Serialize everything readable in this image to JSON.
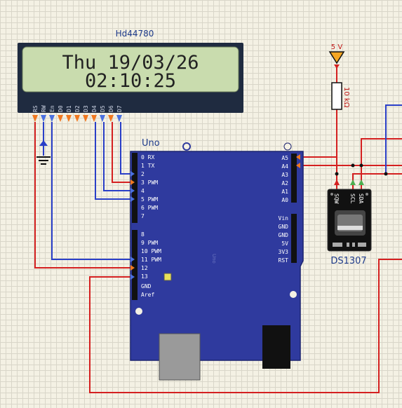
{
  "lcd": {
    "name": "Hd44780",
    "line1": "Thu 19/03/26",
    "line2": "02:10:25",
    "pins": [
      "RS",
      "RW",
      "En",
      "D0",
      "D1",
      "D2",
      "D3",
      "D4",
      "D5",
      "D6",
      "D7"
    ]
  },
  "uno": {
    "name": "Uno",
    "board_watermark": "Uno",
    "left_pins": [
      "0 RX",
      "1 TX",
      "2",
      "3 PWM",
      "4",
      "5 PWM",
      "6 PWM",
      "7",
      "8",
      "9 PWM",
      "10 PWM",
      "11 PWM",
      "12",
      "13",
      "GND",
      "Aref"
    ],
    "right_pins_top": [
      "A5",
      "A4",
      "A3",
      "A2",
      "A1",
      "A0"
    ],
    "right_pins_bottom": [
      "Vin",
      "GND",
      "GND",
      "5V",
      "3V3",
      "RST"
    ]
  },
  "power": {
    "label": "5 V"
  },
  "resistor": {
    "label": "10 kΩ"
  },
  "rtc": {
    "name": "DS1307",
    "pins": [
      "SQW",
      "SCL",
      "SDA"
    ]
  },
  "colors": {
    "grid_bg": "#f4f1e4",
    "wire_red": "#d42020",
    "wire_blue": "#2a3fc8",
    "board": "#2f3a9e",
    "lcd_screen": "#c9dcae",
    "pin_orange": "#f07820"
  }
}
